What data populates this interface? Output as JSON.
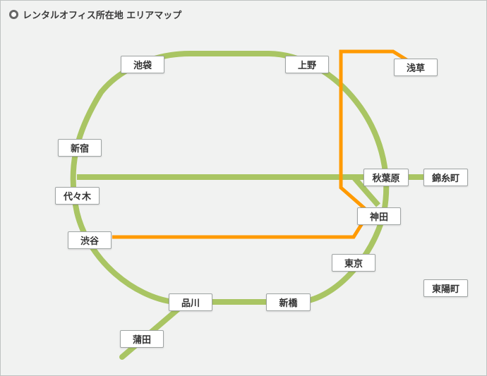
{
  "title": "レンタルオフィス所在地 エリアマップ",
  "colors": {
    "yamanote_line": "#a9c563",
    "orange_line": "#ff9a00",
    "background": "#f1f2f1"
  },
  "stations": {
    "ikebukuro": "池袋",
    "ueno": "上野",
    "asakusa": "浅草",
    "shinjuku": "新宿",
    "akihabara": "秋葉原",
    "kinshicho": "錦糸町",
    "yoyogi": "代々木",
    "kanda": "神田",
    "shibuya": "渋谷",
    "tokyo": "東京",
    "higashi_yocho": "東陽町",
    "shinagawa": "品川",
    "shimbashi": "新橋",
    "kamata": "蒲田"
  }
}
